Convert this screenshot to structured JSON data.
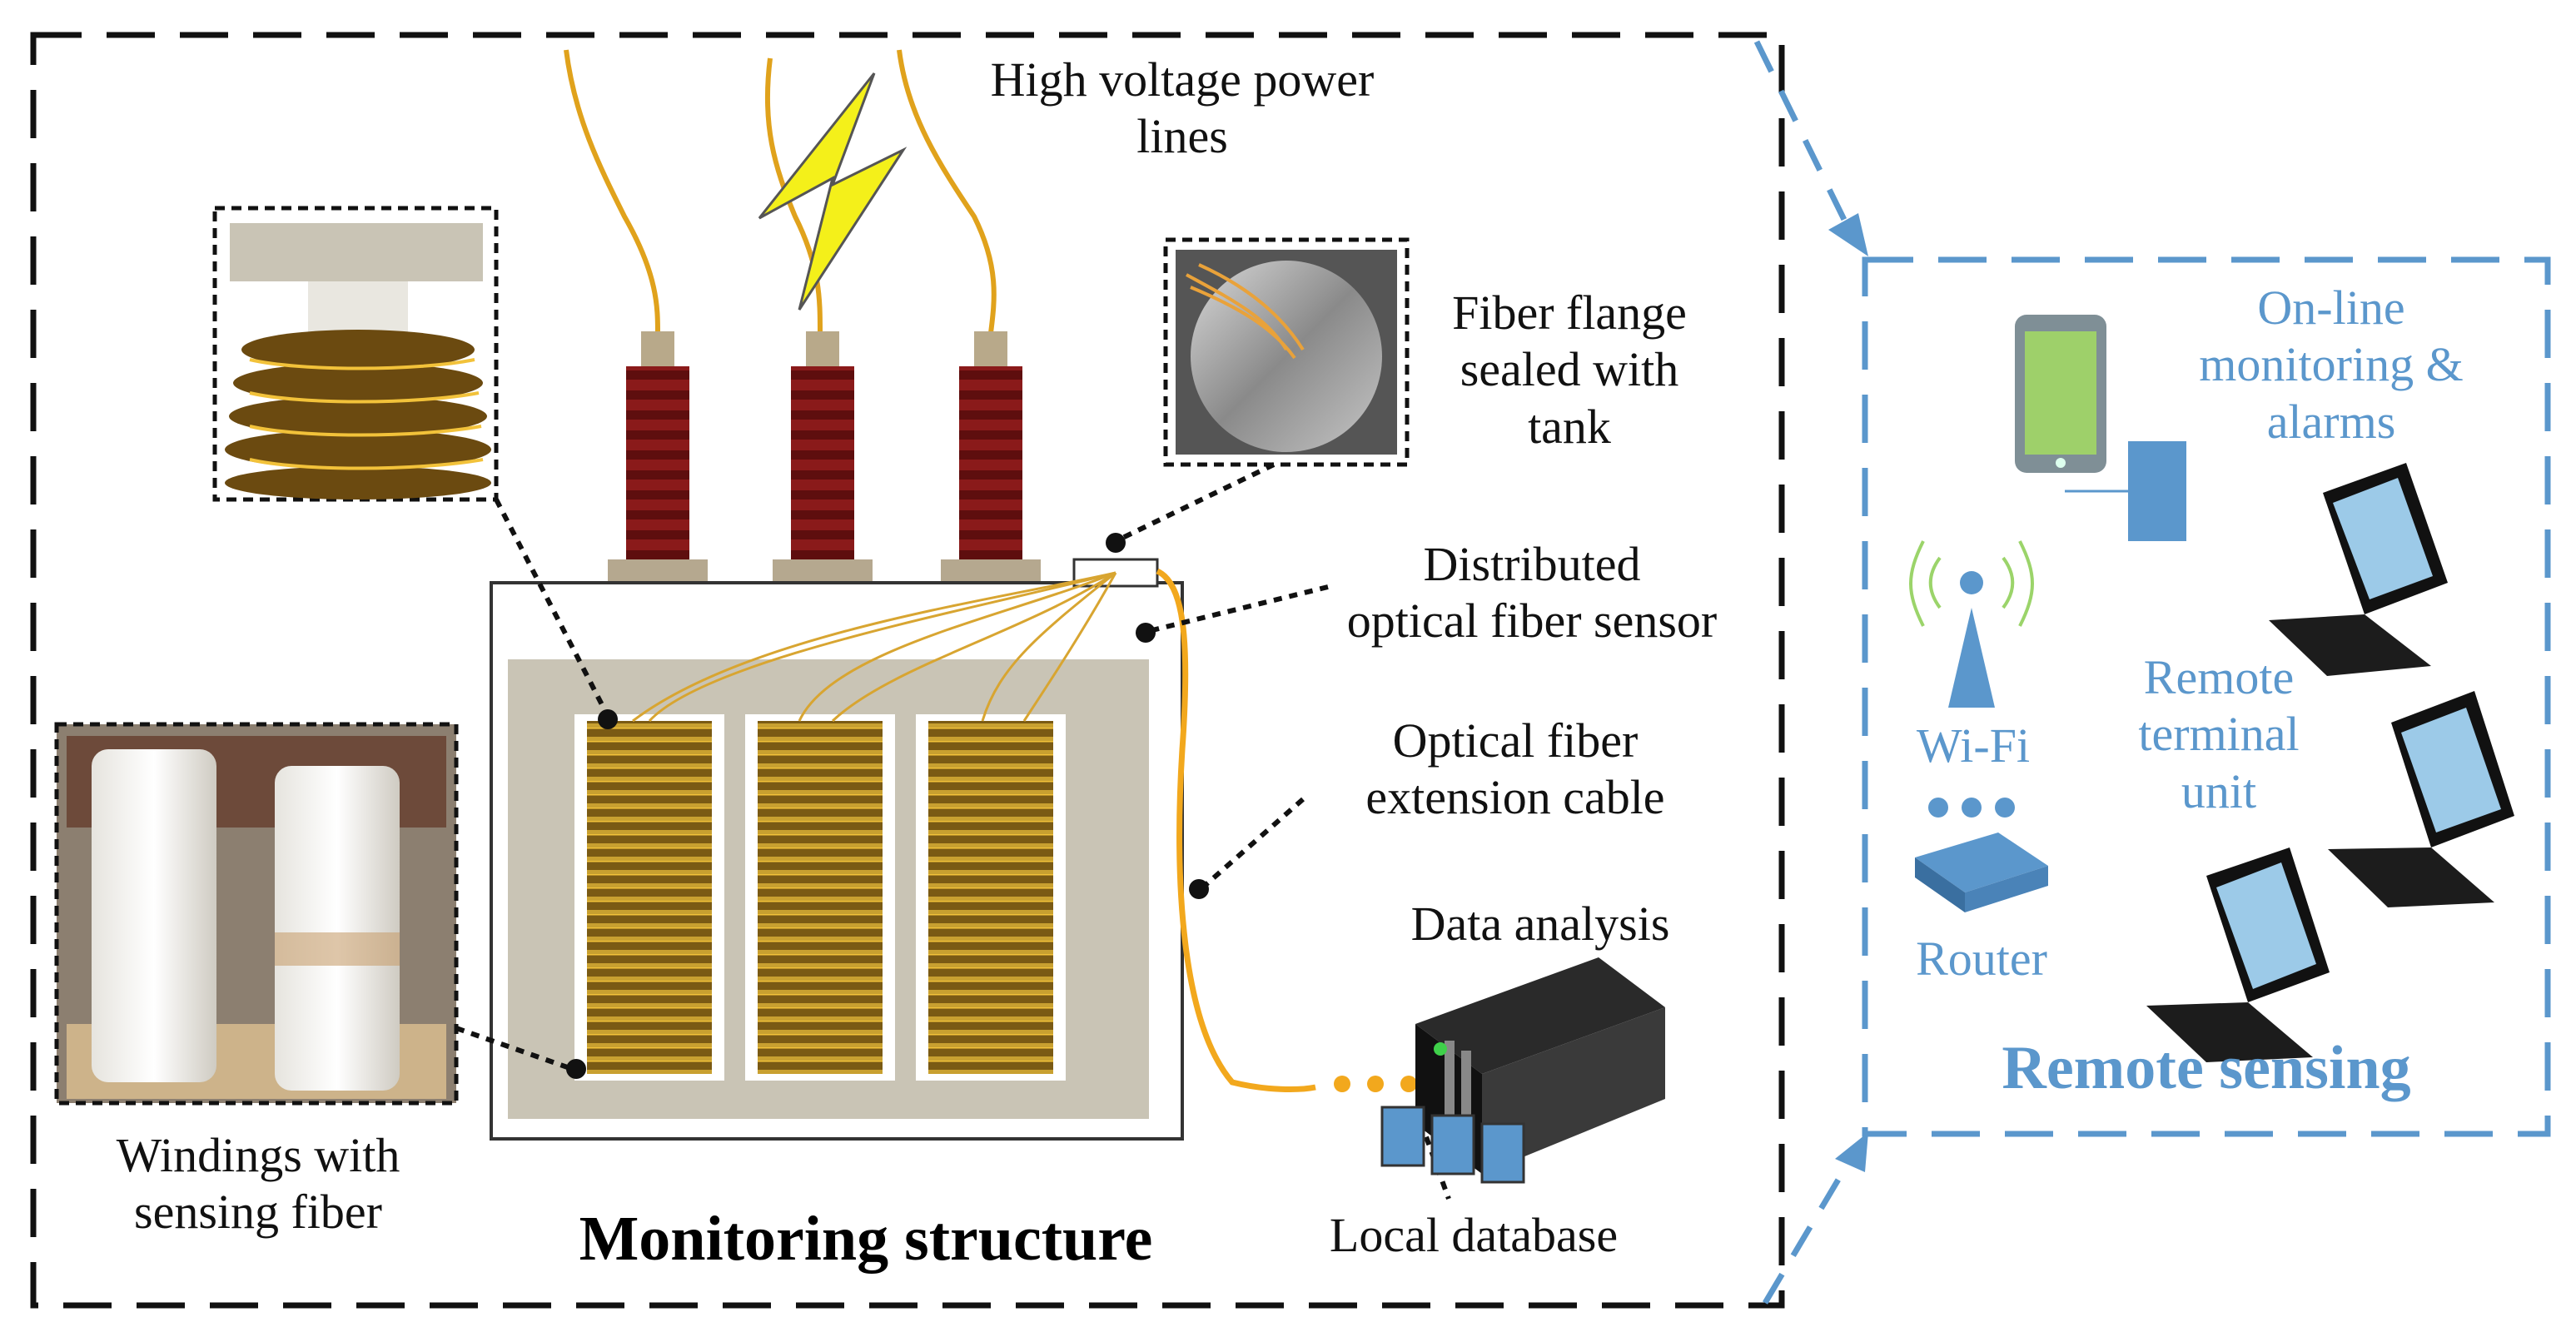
{
  "monitoring": {
    "title": "Monitoring structure",
    "labels": {
      "hv_line1": "High voltage power",
      "hv_line2": "lines",
      "flange_line1": "Fiber flange",
      "flange_line2": "sealed with",
      "flange_line3": "tank",
      "dist_line1": "Distributed",
      "dist_line2": "optical fiber sensor",
      "ext_line1": "Optical fiber",
      "ext_line2": "extension cable",
      "data_analysis": "Data analysis",
      "local_db": "Local database",
      "windings_line1": "Windings with",
      "windings_line2": "sensing fiber"
    }
  },
  "remote": {
    "title": "Remote sensing",
    "labels": {
      "online_line1": "On-line",
      "online_line2": "monitoring &",
      "online_line3": "alarms",
      "wifi": "Wi-Fi",
      "router": "Router",
      "rtu_line1": "Remote",
      "rtu_line2": "terminal",
      "rtu_line3": "unit"
    }
  },
  "colors": {
    "black_frame": "#111111",
    "blue_frame": "#5b97cc",
    "tank": "#c9c4b5",
    "winding": "#8a6a1c",
    "fiber": "#f2a81d",
    "bushing": "#7a1414",
    "lightning": "#f4f01a"
  }
}
